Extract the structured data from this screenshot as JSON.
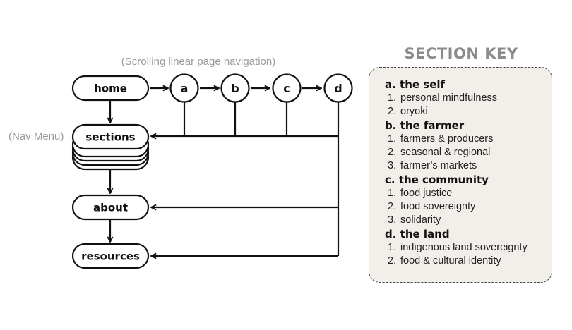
{
  "flow": {
    "note_top": "(Scrolling linear page navigation)",
    "note_left": "(Nav Menu)",
    "nodes": {
      "home": "home",
      "sections": "sections",
      "about": "about",
      "resources": "resources",
      "a": "a",
      "b": "b",
      "c": "c",
      "d": "d"
    }
  },
  "key": {
    "title": "SECTION KEY",
    "sections": [
      {
        "heading": "a. the self",
        "items": [
          {
            "num": "1.",
            "text": "personal mindfulness"
          },
          {
            "num": "2.",
            "text": "oryoki"
          }
        ]
      },
      {
        "heading": "b. the farmer",
        "items": [
          {
            "num": "1.",
            "text": "farmers & producers"
          },
          {
            "num": "2.",
            "text": "seasonal & regional"
          },
          {
            "num": "3.",
            "text": "farmer’s markets"
          }
        ]
      },
      {
        "heading": "c. the community",
        "items": [
          {
            "num": "1.",
            "text": "food justice"
          },
          {
            "num": "2.",
            "text": "food sovereignty"
          },
          {
            "num": "3.",
            "text": "solidarity"
          }
        ]
      },
      {
        "heading": "d. the land",
        "items": [
          {
            "num": "1.",
            "text": "indigenous land sovereignty"
          },
          {
            "num": "2.",
            "text": "food & cultural identity"
          }
        ]
      }
    ]
  }
}
